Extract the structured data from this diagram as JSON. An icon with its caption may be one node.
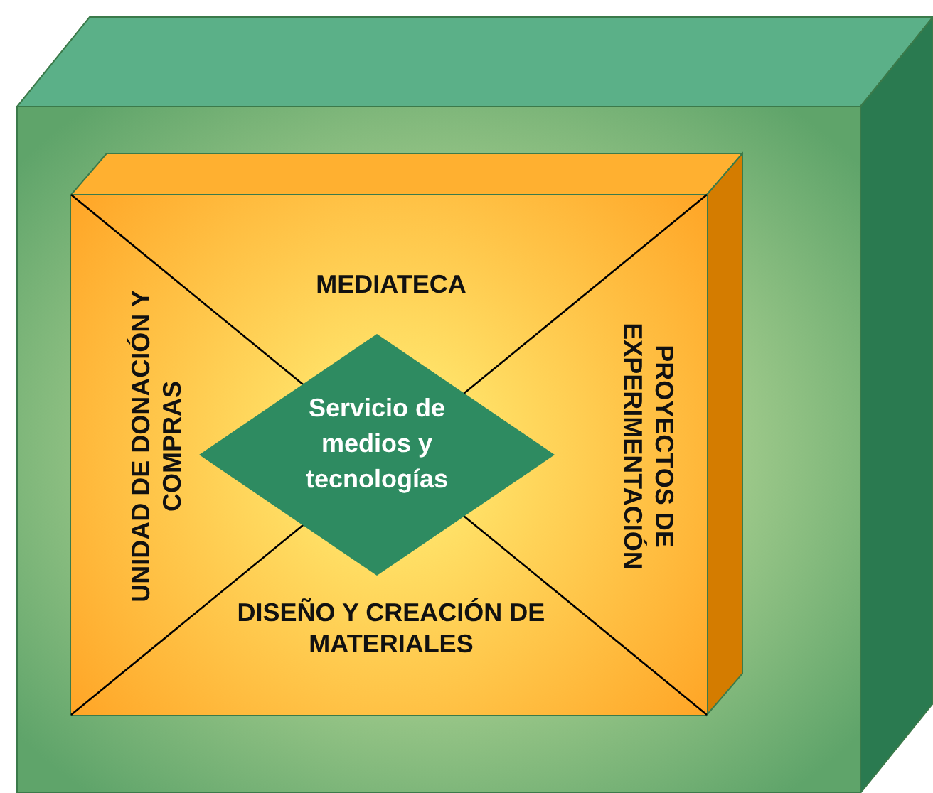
{
  "diagram": {
    "nodes": [
      {
        "text": [],
        "shape": "box"
      },
      {
        "text": [],
        "shape": "box",
        "in": 0
      },
      {
        "text": [
          "MEDIATECA"
        ],
        "in": 1
      },
      {
        "text": [
          "UNIDAD DE DONACIÓN Y COMPRAS"
        ],
        "in": 1
      },
      {
        "text": [
          "Servicio de medios y tecnologías"
        ],
        "in": 1
      },
      {
        "text": [
          "PROYECTOS DE EXPERIMENTACIÓN"
        ],
        "in": 1
      },
      {
        "text": [
          "DISEÑO Y CREACIÓN DE MATERIALES"
        ],
        "in": 1
      }
    ]
  }
}
